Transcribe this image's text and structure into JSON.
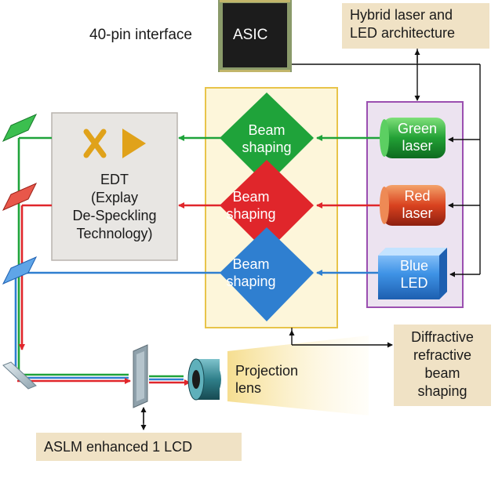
{
  "labels": {
    "interface": "40-pin interface",
    "asic": "ASIC",
    "hybrid": [
      "Hybrid laser and",
      "LED architecture"
    ],
    "beam_shaping": [
      "Beam",
      "shaping"
    ],
    "green_laser": [
      "Green",
      "laser"
    ],
    "red_laser": [
      "Red",
      "laser"
    ],
    "blue_led": [
      "Blue",
      "LED"
    ],
    "edt": [
      "EDT",
      "(Explay",
      "De-Speckling",
      "Technology)"
    ],
    "diffractive": [
      "Diffractive",
      "refractive",
      "beam",
      "shaping"
    ],
    "projection": [
      "Projection",
      "lens"
    ],
    "aslm": "ASLM enhanced 1 LCD"
  },
  "colors": {
    "green": "#1fa33a",
    "red": "#e0262b",
    "blue": "#2f7fd0",
    "tan": "#f0e2c5",
    "purple": "#9b4fb0",
    "yellow_frame": "#e8c44a",
    "edt_icons": "#e0a21a"
  },
  "icons": [
    "cross-icon",
    "play-icon"
  ]
}
